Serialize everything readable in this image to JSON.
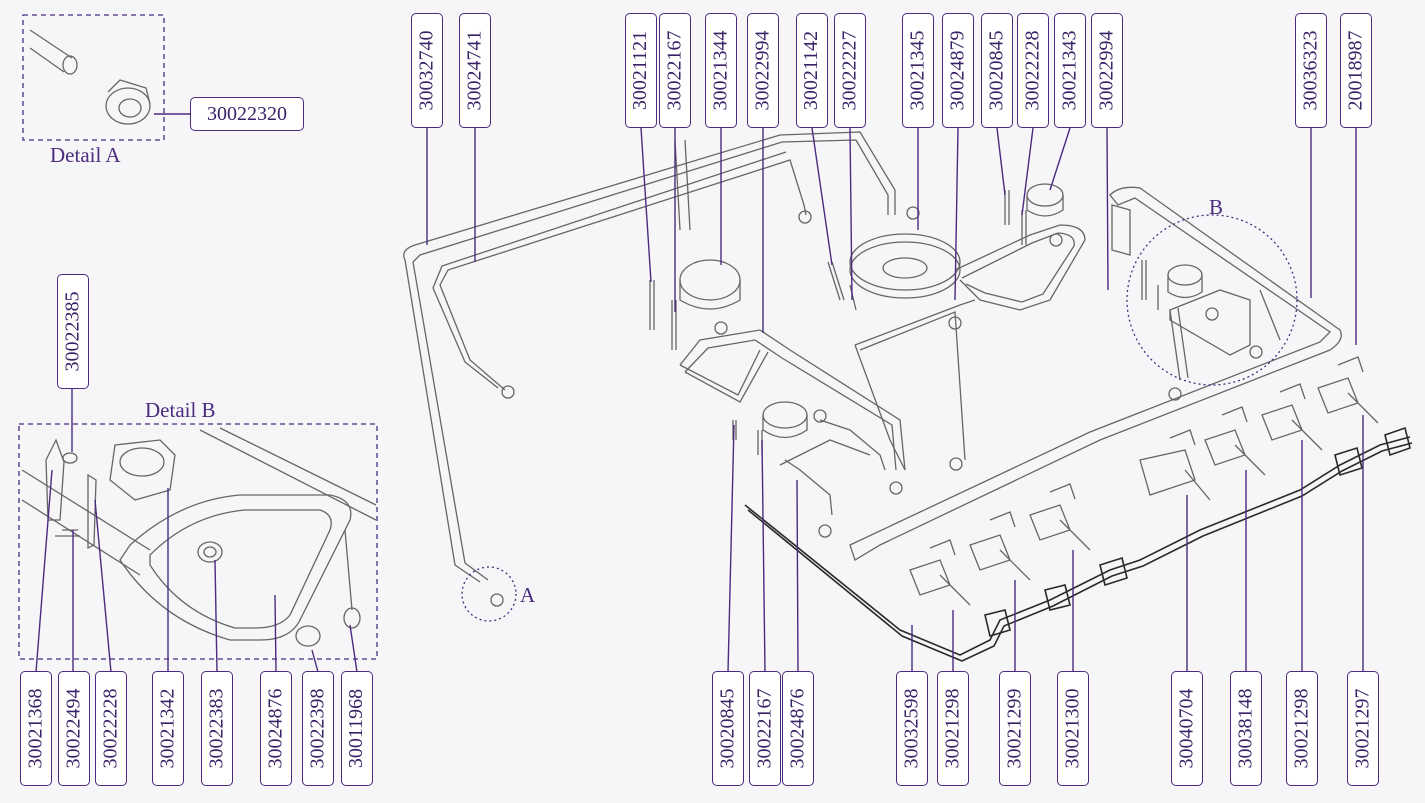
{
  "details": {
    "a_title": "Detail A",
    "b_title": "Detail B"
  },
  "markers": {
    "a": "A",
    "b": "B"
  },
  "colors": {
    "accent": "#4b2b7f",
    "line": "#666666",
    "dark": "#2a2a2a",
    "background": "#f6f6f8"
  },
  "detail_a": {
    "parts": [
      "30022320"
    ]
  },
  "detail_b": {
    "top_part": "30022385",
    "bottom_parts": [
      "30021368",
      "30022494",
      "30022228",
      "30021342",
      "30022383",
      "30024876",
      "30022398",
      "30011968"
    ]
  },
  "main": {
    "top_parts": [
      "30032740",
      "30024741",
      "30021121",
      "30022167",
      "30021344",
      "30022994",
      "30021142",
      "30022227",
      "30021345",
      "30024879",
      "30020845",
      "30022228",
      "30021343",
      "30022994",
      "30036323",
      "20018987"
    ],
    "bottom_parts": [
      "30020845",
      "30022167",
      "30024876",
      "30032598",
      "30021298",
      "30021299",
      "30021300",
      "30040704",
      "30038148",
      "30021298",
      "30021297"
    ]
  }
}
